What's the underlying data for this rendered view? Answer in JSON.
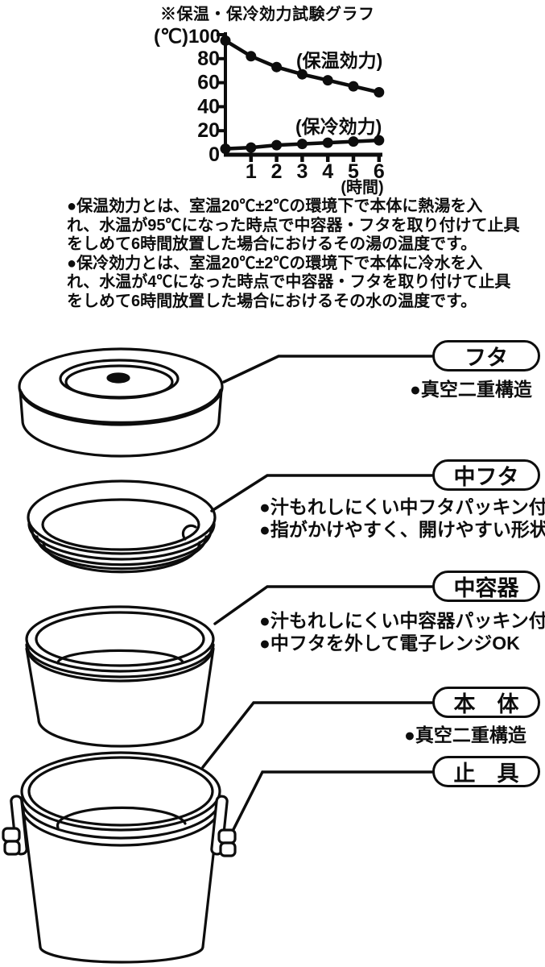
{
  "chart": {
    "title": "※保温・保冷効力試験グラフ",
    "y_axis_unit_and_max": "(℃)100",
    "x_axis_unit": "(時間)",
    "hot_label": "(保温効力)",
    "cold_label": "(保冷効力)"
  },
  "chart_data": {
    "type": "line",
    "title": "※保温・保冷効力試験グラフ",
    "xlabel": "(時間)",
    "ylabel": "(℃)",
    "x": [
      0,
      1,
      2,
      3,
      4,
      5,
      6
    ],
    "x_tick_labels": [
      "1",
      "2",
      "3",
      "4",
      "5",
      "6"
    ],
    "y_ticks": [
      0,
      20,
      40,
      60,
      80,
      100
    ],
    "xlim": [
      0,
      6
    ],
    "ylim": [
      0,
      100
    ],
    "grid": false,
    "legend_position": "inline-annotations",
    "series": [
      {
        "name": "保温効力",
        "values": [
          95,
          82,
          73,
          67,
          62,
          57,
          52
        ]
      },
      {
        "name": "保冷効力",
        "values": [
          5,
          6,
          8,
          9,
          10,
          11,
          12
        ]
      }
    ]
  },
  "description": {
    "lines": [
      "●保温効力とは、室温20℃±2℃の環境下で本体に熱湯を入",
      "れ、水温が95℃になった時点で中容器・フタを取り付けて止具",
      "をしめて6時間放置した場合におけるその湯の温度です。",
      "●保冷効力とは、室温20℃±2℃の環境下で本体に冷水を入",
      "れ、水温が4℃になった時点で中容器・フタを取り付けて止具",
      "をしめて6時間放置した場合におけるその水の温度です。"
    ]
  },
  "parts": [
    {
      "label": "フタ",
      "notes": [
        "●真空二重構造"
      ]
    },
    {
      "label": "中フタ",
      "notes": [
        "●汁もれしにくい中フタパッキン付",
        "●指がかけやすく、開けやすい形状"
      ]
    },
    {
      "label": "中容器",
      "notes": [
        "●汁もれしにくい中容器パッキン付",
        "●中フタを外して電子レンジOK"
      ]
    },
    {
      "label": "本　体",
      "notes": [
        "●真空二重構造"
      ]
    },
    {
      "label": "止　具",
      "notes": []
    }
  ],
  "colors": {
    "ink": "#0d0d0d",
    "background": "#ffffff"
  }
}
